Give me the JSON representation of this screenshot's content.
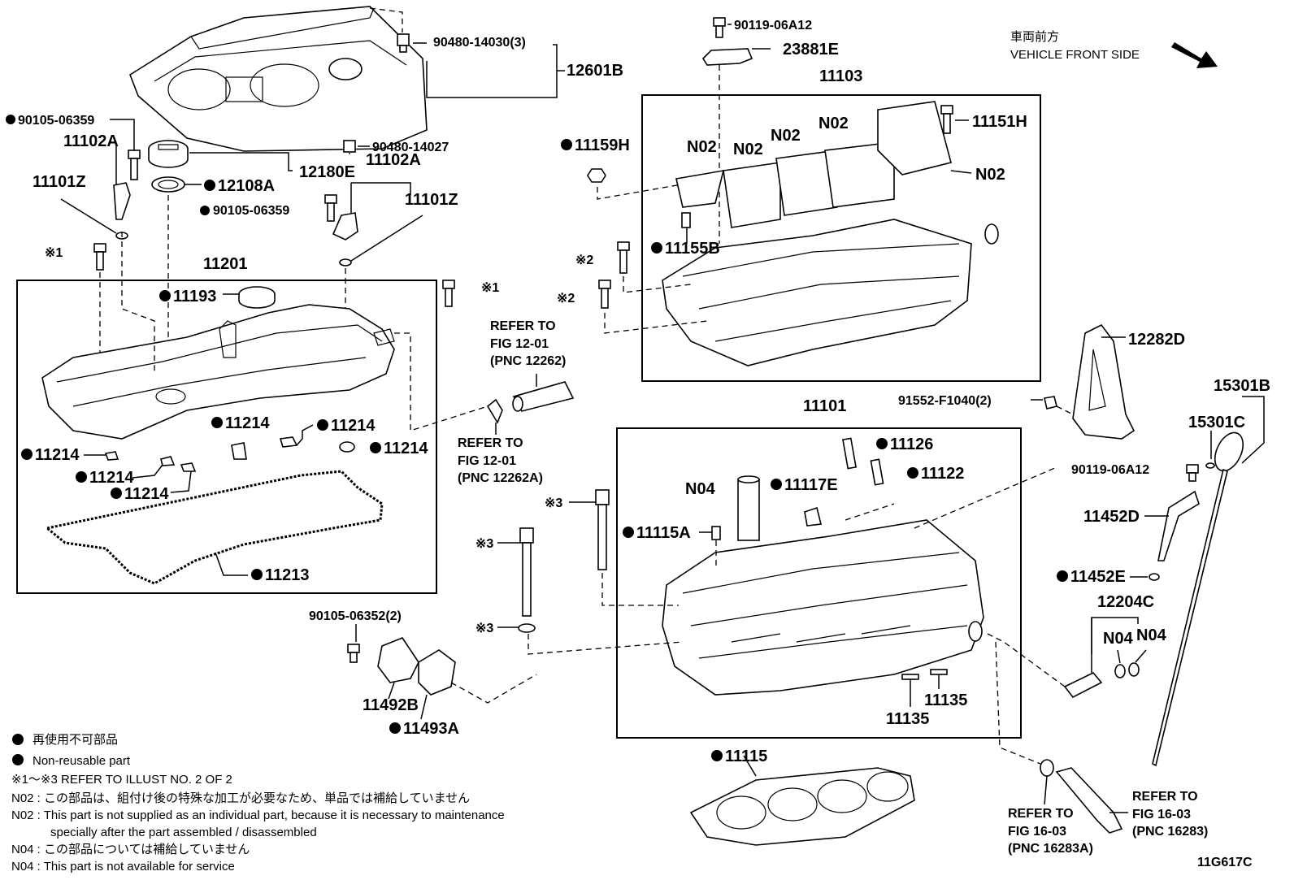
{
  "orientation": {
    "jp": "車両前方",
    "en": "VEHICLE FRONT SIDE"
  },
  "diagram_code": "11G617C",
  "callouts": {
    "c_12601B": "12601B",
    "c_90480_14030": "90480-14030(3)",
    "c_90480_14027": "90480-14027",
    "c_12180E": "12180E",
    "c_12108A": "12108A",
    "c_90105_06359_a": "90105-06359",
    "c_11102A_a": "11102A",
    "c_11101Z_a": "11101Z",
    "c_90105_06359_b": "90105-06359",
    "c_11102A_b": "11102A",
    "c_11101Z_b": "11101Z",
    "c_x1_a": "※1",
    "c_x1_b": "※1",
    "c_11201": "11201",
    "c_11193": "11193",
    "c_11214_a": "11214",
    "c_11214_b": "11214",
    "c_11214_c": "11214",
    "c_11214_d": "11214",
    "c_11214_e": "11214",
    "c_11214_f": "11214",
    "c_11213": "11213",
    "c_90119_06A12_a": "90119-06A12",
    "c_23881E": "23881E",
    "c_11103": "11103",
    "c_11159H": "11159H",
    "c_N02_a": "N02",
    "c_N02_b": "N02",
    "c_N02_c": "N02",
    "c_N02_d": "N02",
    "c_N02_e": "N02",
    "c_11151H": "11151H",
    "c_11155B": "11155B",
    "c_x2_a": "※2",
    "c_x2_b": "※2",
    "c_12282D": "12282D",
    "c_91552_F1040": "91552-F1040(2)",
    "c_11101": "11101",
    "c_11126": "11126",
    "c_11122": "11122",
    "c_N04_a": "N04",
    "c_11117E": "11117E",
    "c_x3_a": "※3",
    "c_x3_b": "※3",
    "c_x3_c": "※3",
    "c_11115A": "11115A",
    "c_15301B": "15301B",
    "c_15301C": "15301C",
    "c_90119_06A12_b": "90119-06A12",
    "c_11452D": "11452D",
    "c_11452E": "11452E",
    "c_12204C": "12204C",
    "c_N04_b": "N04",
    "c_N04_c": "N04",
    "c_11135_a": "11135",
    "c_11135_b": "11135",
    "c_90105_06352": "90105-06352(2)",
    "c_11492B": "11492B",
    "c_11493A": "11493A",
    "c_11115": "11115"
  },
  "references": {
    "ref_a": {
      "l1": "REFER TO",
      "l2": "FIG 12-01",
      "l3": "(PNC 12262)"
    },
    "ref_b": {
      "l1": "REFER TO",
      "l2": "FIG 12-01",
      "l3": "(PNC 12262A)"
    },
    "ref_c": {
      "l1": "REFER TO",
      "l2": "FIG 16-03",
      "l3": "(PNC 16283A)"
    },
    "ref_d": {
      "l1": "REFER TO",
      "l2": "FIG 16-03",
      "l3": "(PNC 16283)"
    }
  },
  "legend": {
    "nonreusable_jp": "再使用不可部品",
    "nonreusable_en": "Non-reusable part",
    "refer_note": "※1～※3  REFER TO ILLUST NO. 2 OF 2",
    "n02_jp": "N02 : この部品は、組付け後の特殊な加工が必要なため、単品では補給していません",
    "n02_en_1": "N02 : This part is not supplied as an individual part, because it is necessary to maintenance",
    "n02_en_2": "specially after the part assembled / disassembled",
    "n04_jp": "N04 : この部品については補給していません",
    "n04_en": "N04 : This part is not available for service"
  }
}
